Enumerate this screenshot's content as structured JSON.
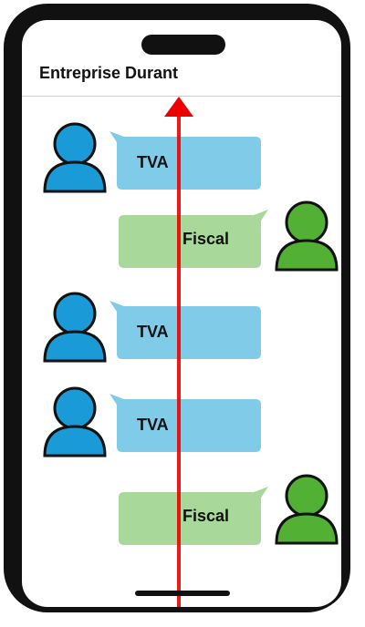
{
  "header": {
    "title": "Entreprise Durant"
  },
  "messages": [
    {
      "label": "TVA",
      "side": "left",
      "color": "#7fcbe8",
      "avatar_color": "#1a9ad6"
    },
    {
      "label": "Fiscal",
      "side": "right",
      "color": "#a8d89a",
      "avatar_color": "#52b034"
    },
    {
      "label": "TVA",
      "side": "left",
      "color": "#7fcbe8",
      "avatar_color": "#1a9ad6"
    },
    {
      "label": "TVA",
      "side": "left",
      "color": "#7fcbe8",
      "avatar_color": "#1a9ad6"
    },
    {
      "label": "Fiscal",
      "side": "right",
      "color": "#a8d89a",
      "avatar_color": "#52b034"
    }
  ],
  "colors": {
    "arrow": "#ee0000",
    "frame": "#111111"
  }
}
